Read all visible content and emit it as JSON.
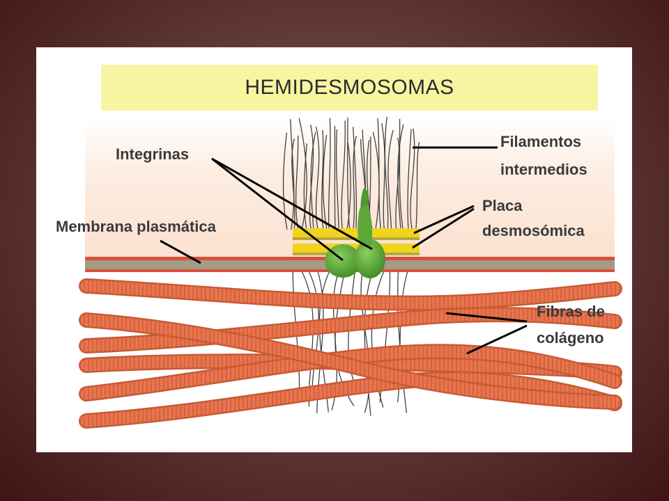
{
  "title": "HEMIDESMOSOMAS",
  "labels": {
    "integrinas": "Integrinas",
    "membrana": "Membrana plasmática",
    "filamentos_1": "Filamentos",
    "filamentos_2": "intermedios",
    "placa_1": "Placa",
    "placa_2": "desmosómica",
    "fibras_1": "Fibras de",
    "fibras_2": "colágeno"
  },
  "colors": {
    "cell_tint": "#fbe3d2",
    "membrane_outer": "#d9503b",
    "membrane_inner": "#a59a83",
    "plaque": "#f1d41e",
    "integrin": "#5ea83a",
    "collagen": "#e2744c",
    "filament": "#404040"
  }
}
